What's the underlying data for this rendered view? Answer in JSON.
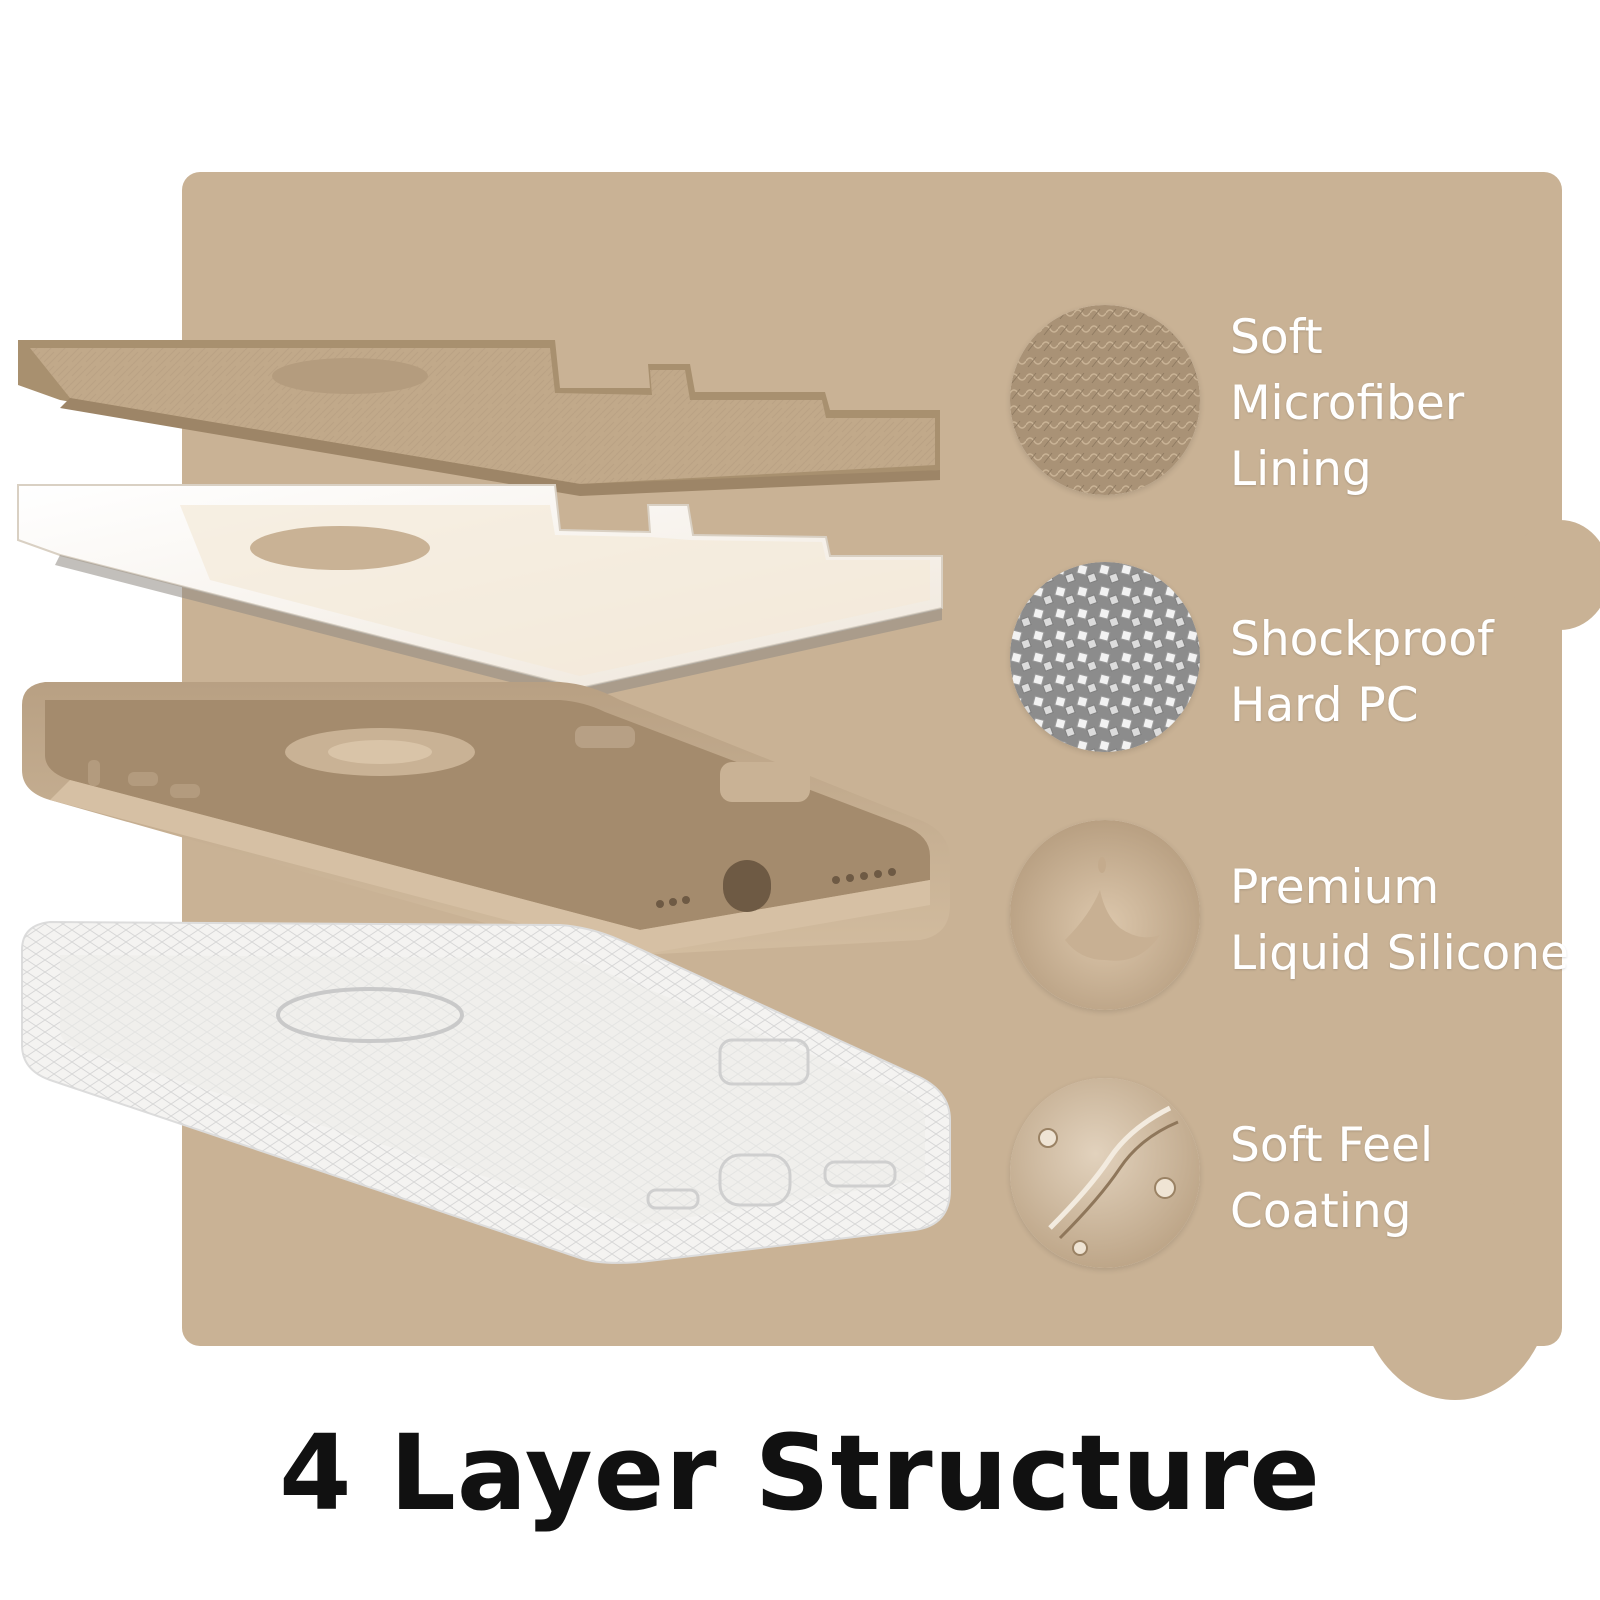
{
  "title": "4 Layer Structure",
  "colors": {
    "panel": "#c9b295",
    "silicone": "#c6ad91",
    "silicone_dark": "#a89072",
    "text_light": "#ffffff",
    "title_text": "#111111"
  },
  "features": [
    {
      "lines": [
        "Soft",
        "Microfiber",
        "Lining"
      ],
      "swatch": "microfiber-texture"
    },
    {
      "lines": [
        "Shockproof",
        "Hard PC"
      ],
      "swatch": "crystal-granules"
    },
    {
      "lines": [
        "Premium",
        "Liquid Silicone"
      ],
      "swatch": "liquid-splash"
    },
    {
      "lines": [
        "Soft Feel",
        "Coating"
      ],
      "swatch": "molecule-coating"
    }
  ],
  "layers": [
    {
      "name": "microfiber-lining-layer"
    },
    {
      "name": "hard-pc-layer"
    },
    {
      "name": "liquid-silicone-layer"
    },
    {
      "name": "clear-coating-layer"
    }
  ]
}
